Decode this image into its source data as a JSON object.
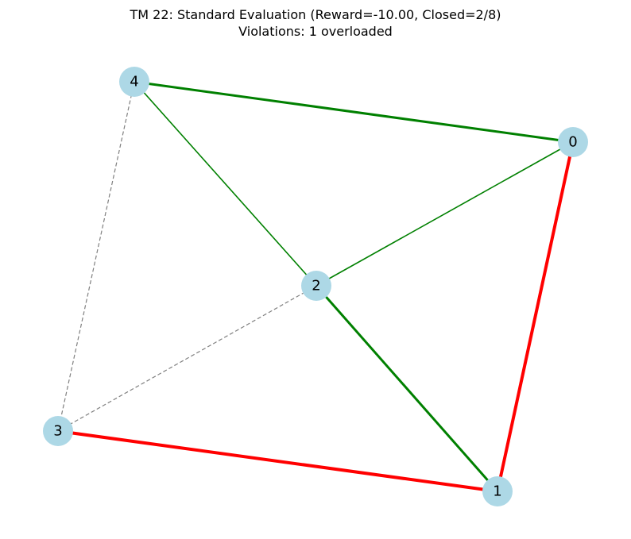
{
  "title": {
    "line1": "TM 22: Standard Evaluation (Reward=-10.00, Closed=2/8)",
    "line2": "Violations: 1 overloaded"
  },
  "colors": {
    "node_fill": "#add8e6",
    "active_edge": "#008000",
    "overloaded_edge": "#ff0000",
    "closed_edge": "#808080",
    "background": "#ffffff"
  },
  "graph": {
    "nodes": [
      {
        "id": "0",
        "label": "0"
      },
      {
        "id": "1",
        "label": "1"
      },
      {
        "id": "2",
        "label": "2"
      },
      {
        "id": "3",
        "label": "3"
      },
      {
        "id": "4",
        "label": "4"
      }
    ],
    "edges": [
      {
        "source": "4",
        "target": "0",
        "status": "active",
        "weight": "heavy"
      },
      {
        "source": "4",
        "target": "2",
        "status": "active",
        "weight": "normal"
      },
      {
        "source": "0",
        "target": "2",
        "status": "active",
        "weight": "normal"
      },
      {
        "source": "2",
        "target": "1",
        "status": "active",
        "weight": "heavy"
      },
      {
        "source": "0",
        "target": "1",
        "status": "overloaded",
        "weight": "heavy"
      },
      {
        "source": "3",
        "target": "1",
        "status": "overloaded",
        "weight": "heavy"
      },
      {
        "source": "4",
        "target": "3",
        "status": "closed",
        "weight": "normal"
      },
      {
        "source": "2",
        "target": "3",
        "status": "closed",
        "weight": "normal"
      }
    ]
  }
}
